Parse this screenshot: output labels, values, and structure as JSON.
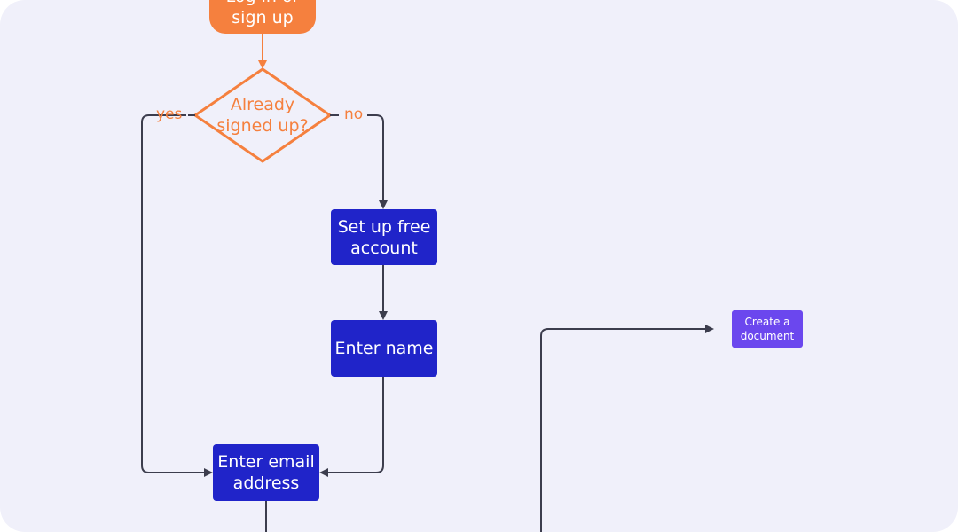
{
  "nodes": {
    "start": {
      "line1": "Log in or",
      "line2": "sign up"
    },
    "decision": {
      "line1": "Already",
      "line2": "signed up?"
    },
    "setup": {
      "line1": "Set up free",
      "line2": "account"
    },
    "name": {
      "line1": "Enter name"
    },
    "email": {
      "line1": "Enter email",
      "line2": "address"
    },
    "create": {
      "line1": "Create a",
      "line2": "document"
    }
  },
  "edges": {
    "yes": "yes",
    "no": "no"
  },
  "colors": {
    "background": "#f0f0fa",
    "start": "#f5803e",
    "process": "#2024c9",
    "create": "#6b47ee",
    "connector": "#3c3d4d"
  }
}
